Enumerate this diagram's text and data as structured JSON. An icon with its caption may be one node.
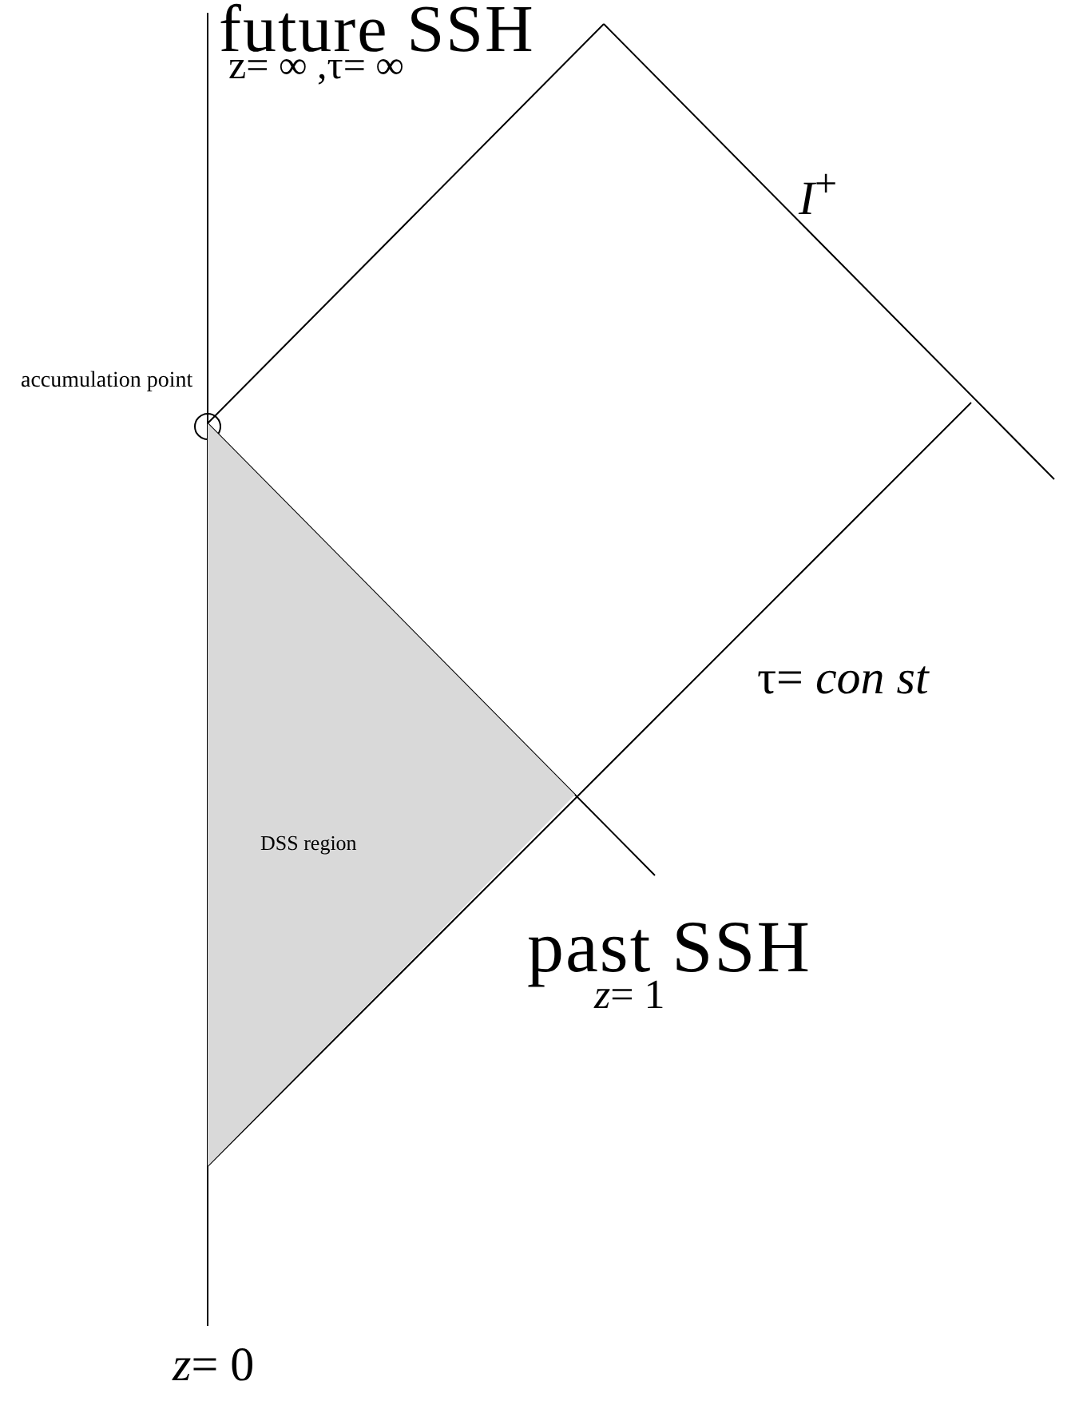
{
  "diagram": {
    "nodes": [
      {
        "text": [
          "DSS region"
        ]
      }
    ],
    "labels": [
      "future SSH",
      "z= ∞ ,τ= ∞",
      "*I*$^{+}$",
      "accumulation point",
      "τ= *con st*",
      "past SSH",
      "*z*= 1",
      "*z*= 0"
    ]
  }
}
